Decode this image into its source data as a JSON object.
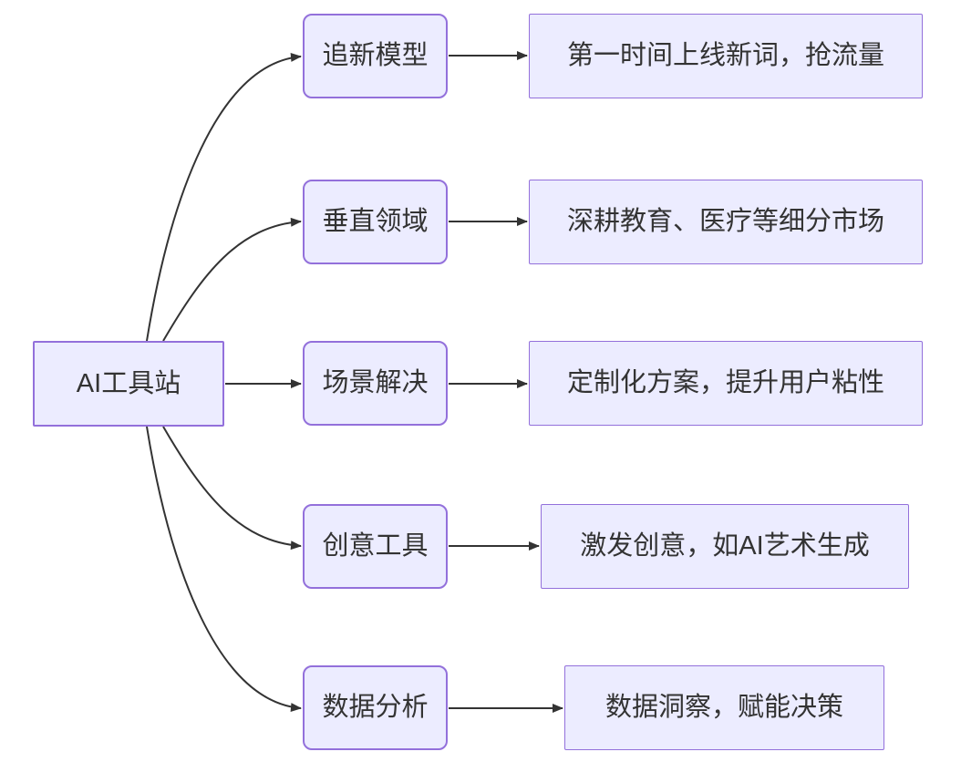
{
  "diagram": {
    "type": "flowchart-left-to-right",
    "root": {
      "label": "AI工具站"
    },
    "branches": [
      {
        "label": "追新模型",
        "detail": "第一时间上线新词，抢流量"
      },
      {
        "label": "垂直领域",
        "detail": "深耕教育、医疗等细分市场"
      },
      {
        "label": "场景解决",
        "detail": "定制化方案，提升用户粘性"
      },
      {
        "label": "创意工具",
        "detail": "激发创意，如AI艺术生成"
      },
      {
        "label": "数据分析",
        "detail": "数据洞察，赋能决策"
      }
    ],
    "connections": [
      {
        "from": "AI工具站",
        "to": "追新模型"
      },
      {
        "from": "AI工具站",
        "to": "垂直领域"
      },
      {
        "from": "AI工具站",
        "to": "场景解决"
      },
      {
        "from": "AI工具站",
        "to": "创意工具"
      },
      {
        "from": "AI工具站",
        "to": "数据分析"
      },
      {
        "from": "追新模型",
        "to": "第一时间上线新词，抢流量"
      },
      {
        "from": "垂直领域",
        "to": "深耕教育、医疗等细分市场"
      },
      {
        "from": "场景解决",
        "to": "定制化方案，提升用户粘性"
      },
      {
        "from": "创意工具",
        "to": "激发创意，如AI艺术生成"
      },
      {
        "from": "数据分析",
        "to": "数据洞察，赋能决策"
      }
    ],
    "colors": {
      "node_fill": "#ECECFF",
      "node_border": "#9370DB",
      "edge": "#333333",
      "text": "#333333",
      "background": "#FFFFFF"
    }
  }
}
